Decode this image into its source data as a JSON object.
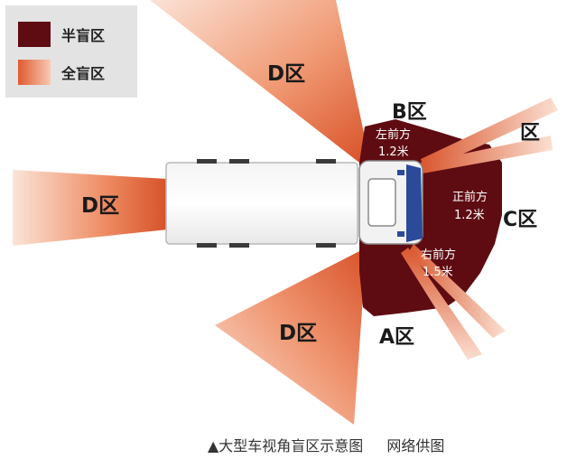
{
  "legend": {
    "half_blind_label": "半盲区",
    "full_blind_label": "全盲区",
    "half_blind_color": "#5e0c12",
    "full_blind_color": "#e67248"
  },
  "zones": {
    "d_top": "D区",
    "d_left": "D区",
    "d_bottom": "D区",
    "b": "B区",
    "c": "C区",
    "a": "A区",
    "right_top": "区"
  },
  "distances": {
    "left_front_line1": "左前方",
    "left_front_line2": "1.2米",
    "front_line1": "正前方",
    "front_line2": "1.2米",
    "right_front_line1": "右前方",
    "right_front_line2": "1.5米"
  },
  "caption": {
    "title": "▲大型车视角盲区示意图",
    "source": "网络供图"
  }
}
